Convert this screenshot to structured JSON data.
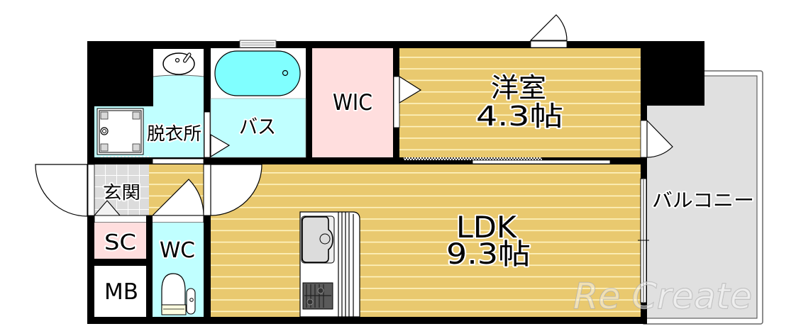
{
  "floorplan": {
    "rooms": {
      "dressing_room": {
        "label": "脱衣所"
      },
      "bath": {
        "label": "バス"
      },
      "wic": {
        "label": "WIC"
      },
      "western_room": {
        "label": "洋室",
        "size": "4.3帖"
      },
      "entrance": {
        "label": "玄関"
      },
      "shoe_closet": {
        "label": "SC"
      },
      "toilet": {
        "label": "WC"
      },
      "meter_box": {
        "label": "MB"
      },
      "ldk": {
        "label": "LDK",
        "size": "9.3帖"
      },
      "balcony": {
        "label": "バルコニー"
      }
    },
    "watermark": "Re Create",
    "colors": {
      "wall": "#000000",
      "wood_floor": "#E9C96F",
      "wood_stripe": "#FFF4C2",
      "wet_area": "#C0FFFF",
      "bathtub": "#80FFFF",
      "storage_pink": "#FFDEDE",
      "entrance_tile": "#DCDCDC",
      "balcony_floor": "#E0E0E0",
      "fixture_white": "#FFFFFF"
    }
  }
}
